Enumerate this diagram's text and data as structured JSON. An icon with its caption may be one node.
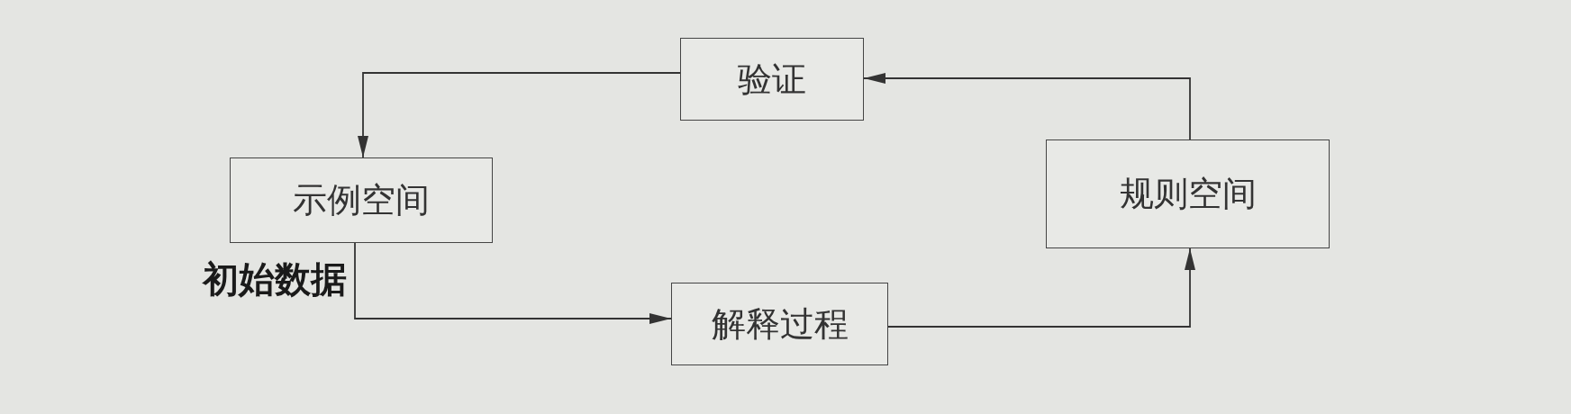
{
  "diagram": {
    "nodes": [
      {
        "text": [
          "验证"
        ]
      },
      {
        "text": [
          "示例空间"
        ]
      },
      {
        "text": [
          "规则空间"
        ]
      },
      {
        "text": [
          "解释过程"
        ]
      }
    ],
    "edges": [
      {
        "from": 0,
        "to": 1,
        "arrow": "to"
      },
      {
        "from": 1,
        "to": 3,
        "arrow": "to"
      },
      {
        "from": 3,
        "to": 2,
        "arrow": "to"
      },
      {
        "from": 2,
        "to": 0,
        "arrow": "to"
      }
    ],
    "labels": [
      "初始数据"
    ]
  }
}
